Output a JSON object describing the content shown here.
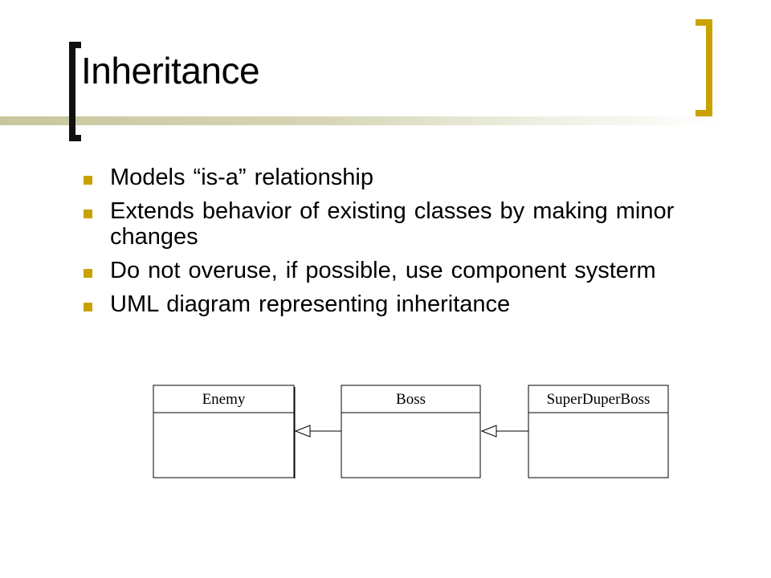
{
  "slide": {
    "title": "Inheritance",
    "bullets": [
      "Models “is-a” relationship",
      "Extends behavior of existing classes by making minor changes",
      "Do not overuse, if possible, use component systerm",
      "UML diagram representing inheritance"
    ]
  },
  "uml": {
    "classes": [
      "Enemy",
      "Boss",
      "SuperDuperBoss"
    ],
    "relationship": "inheritance"
  },
  "colors": {
    "accent": "#c9a200",
    "bracket_dark": "#111111",
    "rule": "#c7c79e"
  }
}
